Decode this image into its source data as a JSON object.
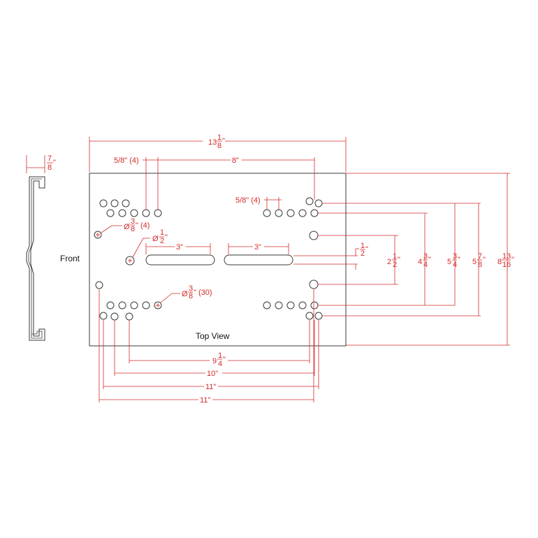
{
  "colors": {
    "outline": "#3a3a3a",
    "dimension": "#d42a2a",
    "background": "#ffffff"
  },
  "labels": {
    "front": "Front",
    "top_view": "Top View"
  },
  "dimensions": {
    "overall_width": {
      "whole": "13",
      "num": "1",
      "den": "8",
      "unit": "\""
    },
    "side_thickness": {
      "whole": "",
      "num": "7",
      "den": "8",
      "unit": "\""
    },
    "hole_spacing_top_left": "5/8\" (4)",
    "span_8": "8\"",
    "hole_spacing_top_right": "5/8\" (4)",
    "hole_small_callout": {
      "prefix": "Ø",
      "num": "3",
      "den": "8",
      "suffix": "\" (4)"
    },
    "hole_half_callout": {
      "prefix": "Ø",
      "num": "1",
      "den": "2",
      "suffix": "\""
    },
    "hole_row_callout": {
      "prefix": "Ø",
      "num": "3",
      "den": "8",
      "suffix": "\" (30)"
    },
    "slot_left_length": "3\"",
    "slot_right_length": "3\"",
    "slot_width": {
      "whole": "",
      "num": "1",
      "den": "2",
      "unit": "\""
    },
    "right_dims": [
      {
        "whole": "2",
        "num": "1",
        "den": "2",
        "unit": "\""
      },
      {
        "whole": "4",
        "num": "3",
        "den": "4",
        "unit": "\""
      },
      {
        "whole": "5",
        "num": "3",
        "den": "4",
        "unit": "\""
      },
      {
        "whole": "5",
        "num": "7",
        "den": "8",
        "unit": "\""
      },
      {
        "whole": "8",
        "num": "13",
        "den": "16",
        "unit": "\""
      }
    ],
    "bottom_dims": [
      {
        "whole": "9",
        "num": "1",
        "den": "4",
        "unit": "\""
      },
      {
        "whole": "10\"",
        "num": "",
        "den": "",
        "unit": ""
      },
      {
        "whole": "11\"",
        "num": "",
        "den": "",
        "unit": ""
      },
      {
        "whole": "11\"",
        "num": "",
        "den": "",
        "unit": ""
      }
    ]
  }
}
